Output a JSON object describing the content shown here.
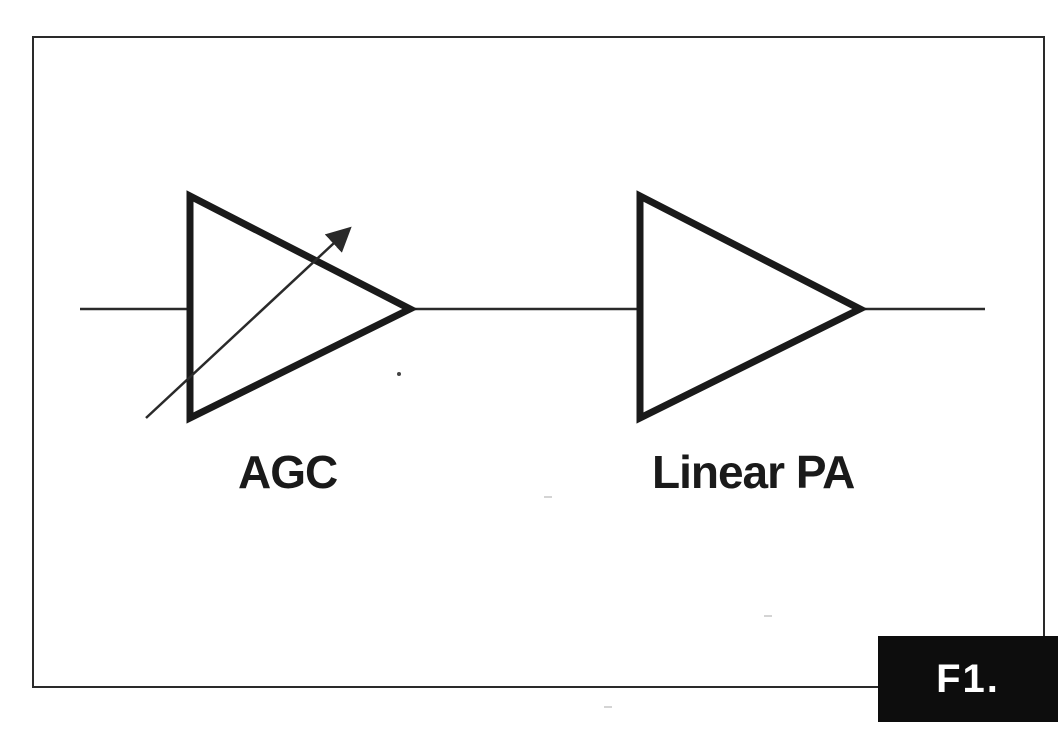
{
  "diagram": {
    "blocks": [
      {
        "id": "agc",
        "label": "AGC",
        "type": "variable-gain-amplifier"
      },
      {
        "id": "pa",
        "label": "Linear PA",
        "type": "amplifier"
      }
    ],
    "figure_tag": "F1."
  },
  "colors": {
    "ink": "#1a1a1a",
    "tag_background": "#0d0d0d",
    "tag_text": "#ffffff",
    "paper": "#ffffff"
  }
}
